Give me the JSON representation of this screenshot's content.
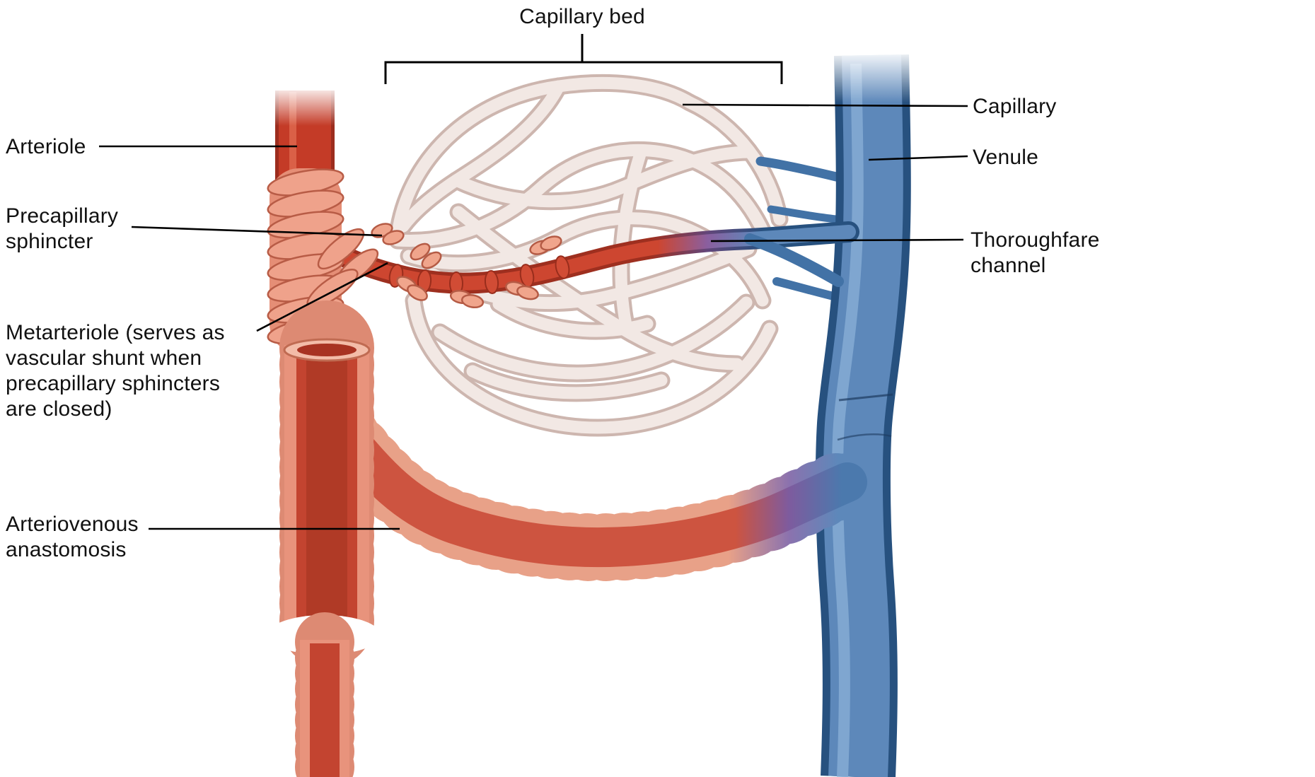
{
  "diagram": {
    "title": "Capillary bed"
  },
  "labels": {
    "capillary_bed": "Capillary bed",
    "arteriole": "Arteriole",
    "precapillary_sphincter": "Precapillary\nsphincter",
    "metarteriole": "Metarteriole (serves as\nvascular shunt when\nprecapillary sphincters\nare closed)",
    "arteriovenous_anastomosis": "Arteriovenous\nanastomosis",
    "capillary": "Capillary",
    "venule": "Venule",
    "thoroughfare_channel": "Thoroughfare\nchannel"
  },
  "colors": {
    "arteriole_red": "#c0392b",
    "vessel_wall_salmon": "#e8937c",
    "venule_blue": "#5d88ba",
    "capillary_pale": "#f2e8e4",
    "transition_purple": "#8a5f9f",
    "label_text": "#111111",
    "leader_line": "#000000"
  }
}
